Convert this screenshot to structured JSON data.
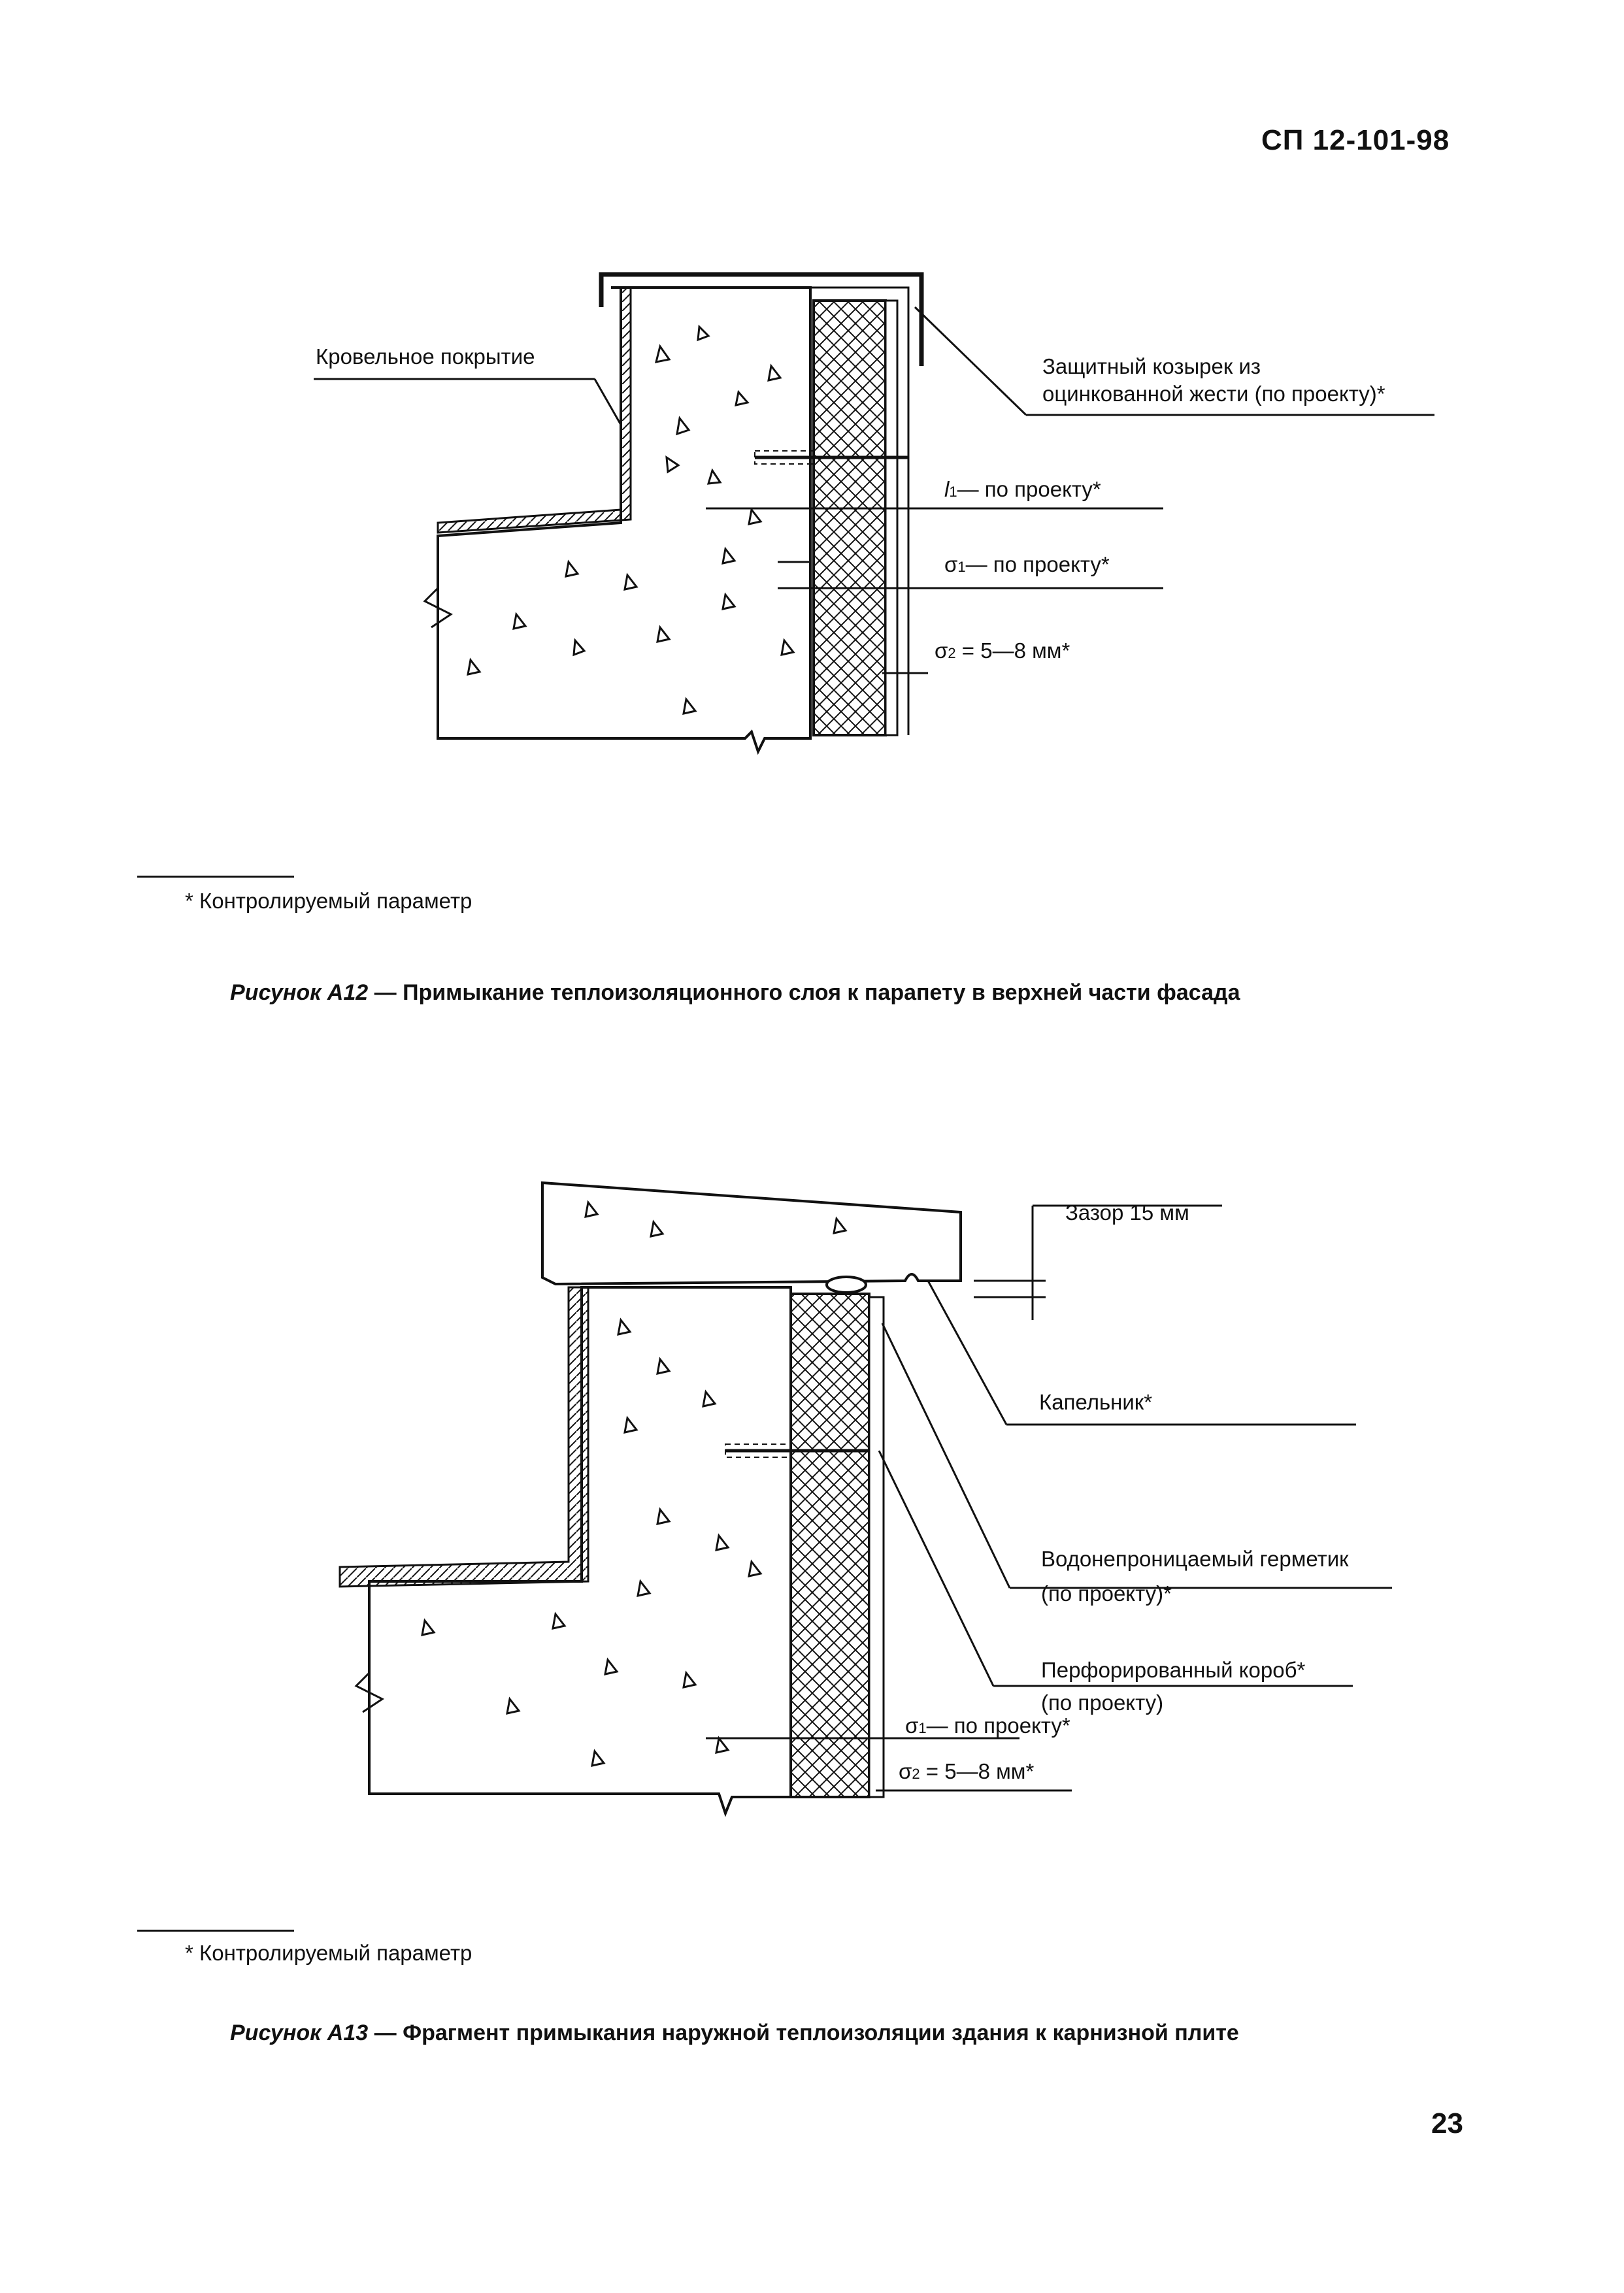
{
  "header": {
    "doc_code": "СП 12-101-98"
  },
  "figure_a12": {
    "labels": {
      "roofing": "Кровельное покрытие",
      "canopy_line1": "Защитный козырек из",
      "canopy_line2": "оцинкованной жести (по проекту)*",
      "l1": "— по проекту*",
      "sigma1": "— по проекту*",
      "sigma2": "= 5—8 мм*"
    },
    "footnote": "* Контролируемый параметр",
    "caption_prefix": "Рисунок А12",
    "caption_text": " — Примыкание теплоизоляционного слоя к парапету в верхней части фасада"
  },
  "figure_a13": {
    "labels": {
      "gap": "Зазор 15 мм",
      "drip": "Капельник*",
      "sealant_line1": "Водонепроницаемый герметик",
      "sealant_line2": "(по проекту)*",
      "box_line1": "Перфорированный короб*",
      "box_line2": "(по проекту)",
      "sigma1": "— по проекту*",
      "sigma2": "= 5—8 мм*"
    },
    "footnote": "* Контролируемый параметр",
    "caption_prefix": "Рисунок А13",
    "caption_text": " — Фрагмент примыкания наружной теплоизоляции здания к карнизной плите"
  },
  "footer": {
    "page_number": "23"
  }
}
